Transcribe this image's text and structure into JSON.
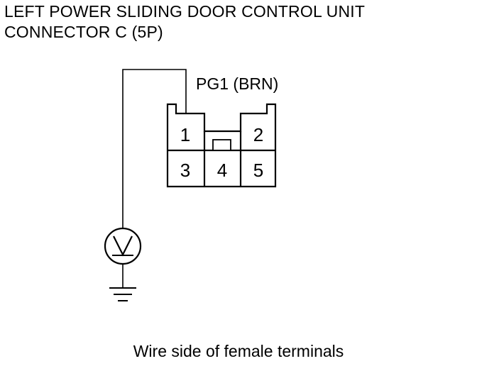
{
  "title": {
    "line1": "LEFT POWER SLIDING DOOR CONTROL UNIT",
    "line2": "CONNECTOR C (5P)"
  },
  "wire": {
    "label": "PG1 (BRN)"
  },
  "connector": {
    "terminals": [
      "1",
      "2",
      "3",
      "4",
      "5"
    ]
  },
  "meter": {
    "symbol": "V"
  },
  "caption": "Wire side of female terminals"
}
